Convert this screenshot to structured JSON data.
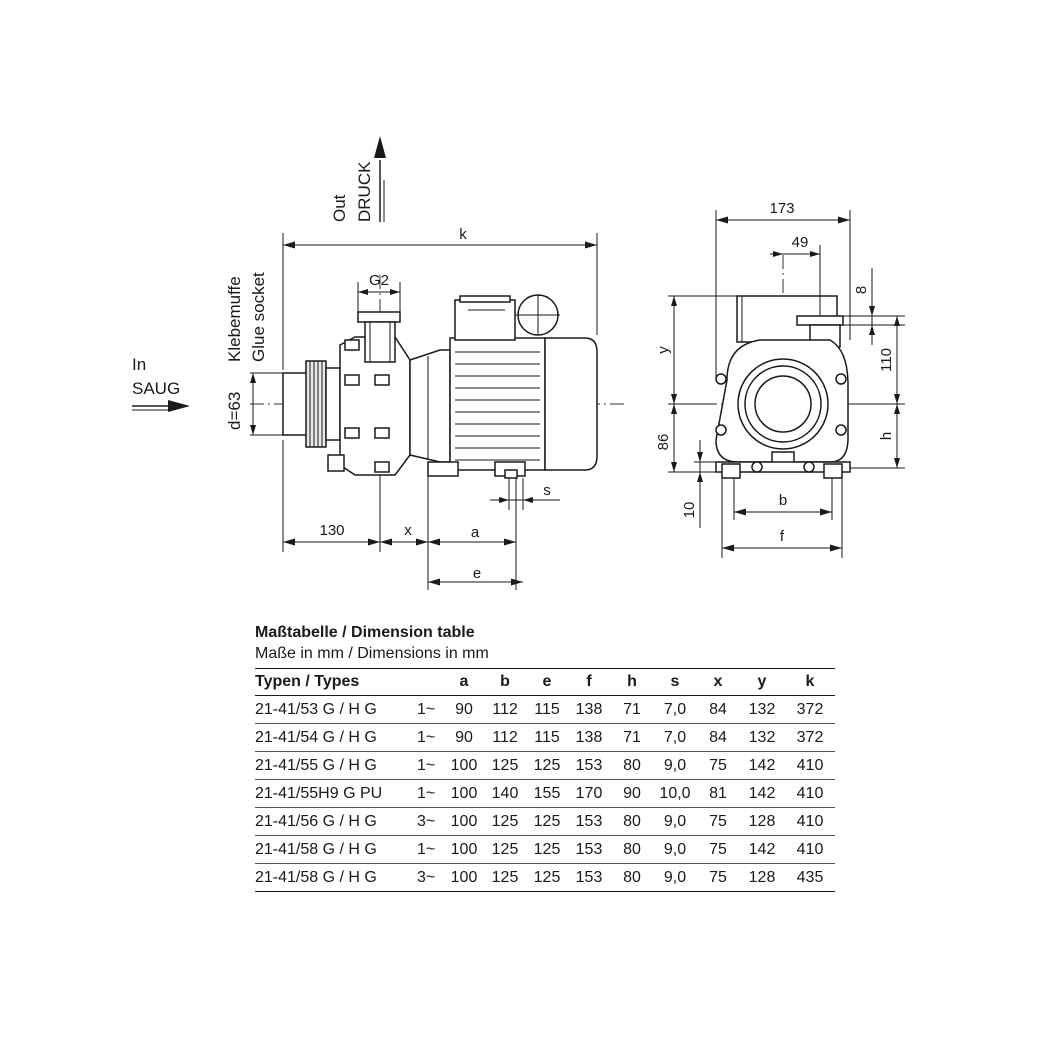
{
  "drawing": {
    "left_view": {
      "dimensions": {
        "k": "k",
        "g2": "G2",
        "d63": "d=63",
        "d130": "130",
        "x": "x",
        "a": "a",
        "e": "e",
        "s": "s"
      },
      "labels": {
        "out": "Out",
        "druck": "DRUCK",
        "in": "In",
        "saug": "SAUG",
        "klebemuffe": "Klebemuffe",
        "glue_socket": "Glue socket"
      }
    },
    "right_view": {
      "dimensions": {
        "d173": "173",
        "d49": "49",
        "d8": "8",
        "d110": "110",
        "y": "y",
        "d86": "86",
        "h": "h",
        "d10": "10",
        "b": "b",
        "f": "f"
      }
    }
  },
  "table": {
    "title": "Maßtabelle / Dimension table",
    "subtitle": "Maße in mm / Dimensions in mm",
    "headers": [
      "Typen / Types",
      "",
      "a",
      "b",
      "e",
      "f",
      "h",
      "s",
      "x",
      "y",
      "k"
    ],
    "rows": [
      [
        "21-41/53 G / H G",
        "1~",
        "90",
        "112",
        "115",
        "138",
        "71",
        "7,0",
        "84",
        "132",
        "372"
      ],
      [
        "21-41/54 G / H G",
        "1~",
        "90",
        "112",
        "115",
        "138",
        "71",
        "7,0",
        "84",
        "132",
        "372"
      ],
      [
        "21-41/55 G / H G",
        "1~",
        "100",
        "125",
        "125",
        "153",
        "80",
        "9,0",
        "75",
        "142",
        "410"
      ],
      [
        "21-41/55H9 G PU",
        "1~",
        "100",
        "140",
        "155",
        "170",
        "90",
        "10,0",
        "81",
        "142",
        "410"
      ],
      [
        "21-41/56 G / H G",
        "3~",
        "100",
        "125",
        "125",
        "153",
        "80",
        "9,0",
        "75",
        "128",
        "410"
      ],
      [
        "21-41/58 G / H G",
        "1~",
        "100",
        "125",
        "125",
        "153",
        "80",
        "9,0",
        "75",
        "142",
        "410"
      ],
      [
        "21-41/58 G / H G",
        "3~",
        "100",
        "125",
        "125",
        "153",
        "80",
        "9,0",
        "75",
        "128",
        "435"
      ]
    ]
  }
}
